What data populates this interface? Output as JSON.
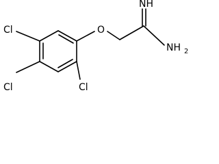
{
  "molecule": {
    "atoms": {
      "cl_top": "Cl",
      "cl_left": "Cl",
      "cl_right": "Cl",
      "oxygen": "O",
      "imine_n": "NH",
      "amine_n": "NH",
      "amine_sub": "2"
    }
  }
}
